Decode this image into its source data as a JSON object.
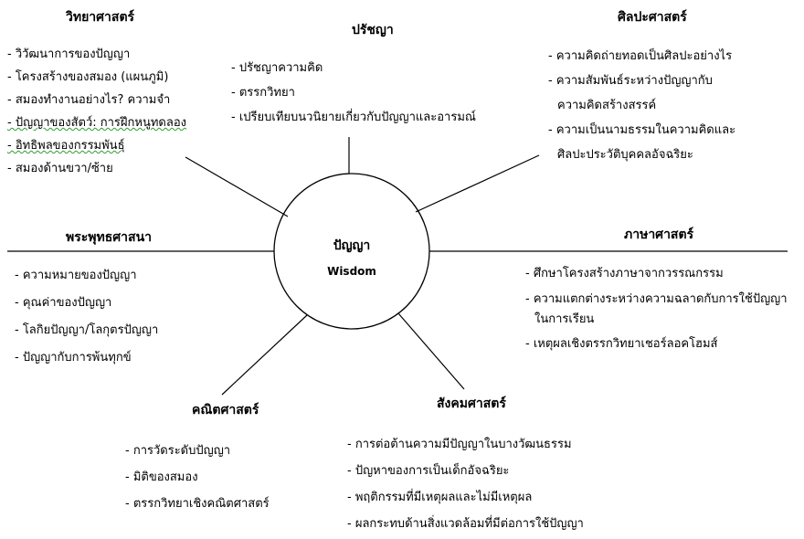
{
  "center": {
    "label_th": "ปัญญา",
    "label_en": "Wisdom"
  },
  "branches": {
    "science": {
      "title": "วิทยาศาสตร์",
      "items": [
        "- วิวัฒนาการของปัญญา",
        "- โครงสร้างของสมอง (แผนภูมิ)",
        "- สมองทำงานอย่างไร? ความจำ",
        "- ปัญญาของสัตว์: การฝึกหนูทดลอง",
        "- อิทธิพลของกรรมพันธุ์",
        "- สมองด้านขวา/ซ้าย"
      ]
    },
    "philosophy": {
      "title": "ปรัชญา",
      "items": [
        "- ปรัชญาความคิด",
        "- ตรรกวิทยา",
        "- เปรียบเทียบนวนิยายเกี่ยวกับปัญญาและอารมณ์"
      ]
    },
    "arts": {
      "title": "ศิลปะศาสตร์",
      "items": [
        "- ความคิดถ่ายทอดเป็นศิลปะอย่างไร",
        "- ความสัมพันธ์ระหว่างปัญญากับ",
        "ความคิดสร้างสรรค์",
        "- ความเป็นนามธรรมในความคิดและ",
        "ศิลปะประวัติบุคคลอัจฉริยะ"
      ]
    },
    "buddhism": {
      "title": "พระพุทธศาสนา",
      "items": [
        "- ความหมายของปัญญา",
        "- คุณค่าของปัญญา",
        "- โลกิยปัญญา/โลกุตรปัญญา",
        "- ปัญญากับการพ้นทุกข์"
      ]
    },
    "linguistics": {
      "title": "ภาษาศาสตร์",
      "items": [
        "- ศึกษาโครงสร้างภาษาจากวรรณกรรม",
        "- ความแตกต่างระหว่างความฉลาดกับการใช้ปัญญา",
        "ในการเรียน",
        "- เหตุผลเชิงตรรกวิทยาเชอร์ลอคโฮมส์"
      ]
    },
    "mathematics": {
      "title": "คณิตศาสตร์",
      "items": [
        "- การวัดระดับปัญญา",
        "- มิติของสมอง",
        "- ตรรกวิทยาเชิงคณิตศาสตร์"
      ]
    },
    "social": {
      "title": "สังคมศาสตร์",
      "items": [
        "- การต่อต้านความมีปัญญาในบางวัฒนธรรม",
        "- ปัญหาของการเป็นเด็กอัจฉริยะ",
        "- พฤติกรรมที่มีเหตุผลและไม่มีเหตุผล",
        "- ผลกระทบด้านสิ่งแวดล้อมที่มีต่อการใช้ปัญญา"
      ]
    }
  }
}
